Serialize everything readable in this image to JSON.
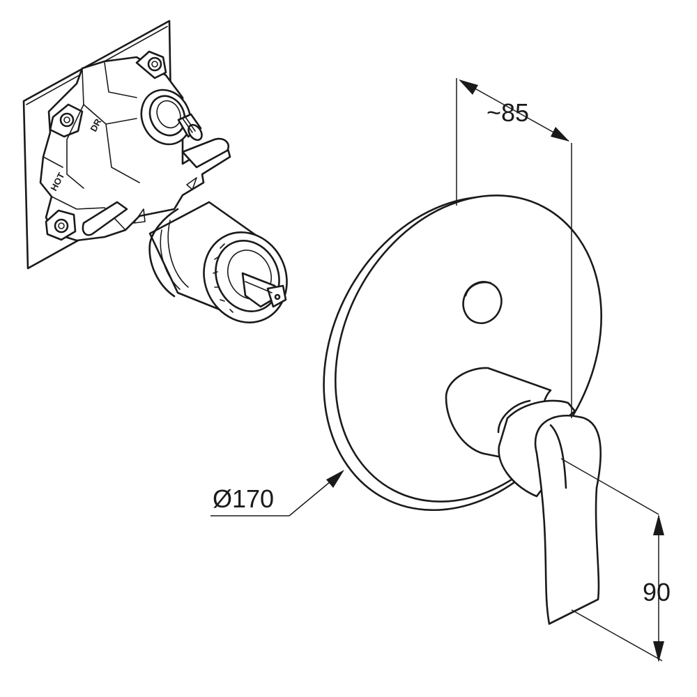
{
  "dimensions": {
    "depth_label": "~85",
    "diameter_label": "Ø170",
    "lever_height_label": "90"
  },
  "body_markings": {
    "diverter_mark": "DR",
    "hot_mark": "HOT"
  }
}
